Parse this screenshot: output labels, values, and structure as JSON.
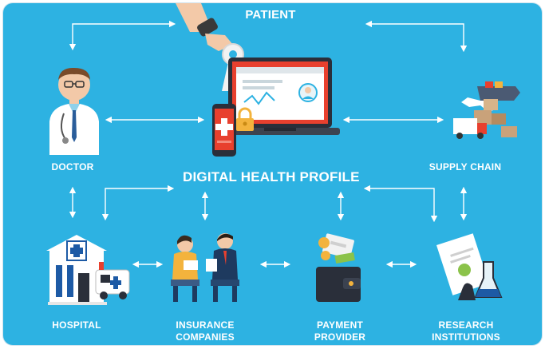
{
  "labels": {
    "patient": "PATIENT",
    "doctor": "DOCTOR",
    "digital_health_profile": "DIGITAL HEALTH PROFILE",
    "supply_chain": "SUPPLY CHAIN",
    "hospital": "HOSPITAL",
    "insurance_line1": "INSURANCE",
    "insurance_line2": "COMPANIES",
    "payment_line1": "PAYMENT",
    "payment_line2": "PROVIDER",
    "research_line1": "RESEARCH",
    "research_line2": "INSTITUTIONS"
  },
  "colors": {
    "background": "#2db2e2",
    "arrow": "#ffffff",
    "laptop_screen": "#e8402e",
    "phone": "#e8402e"
  }
}
